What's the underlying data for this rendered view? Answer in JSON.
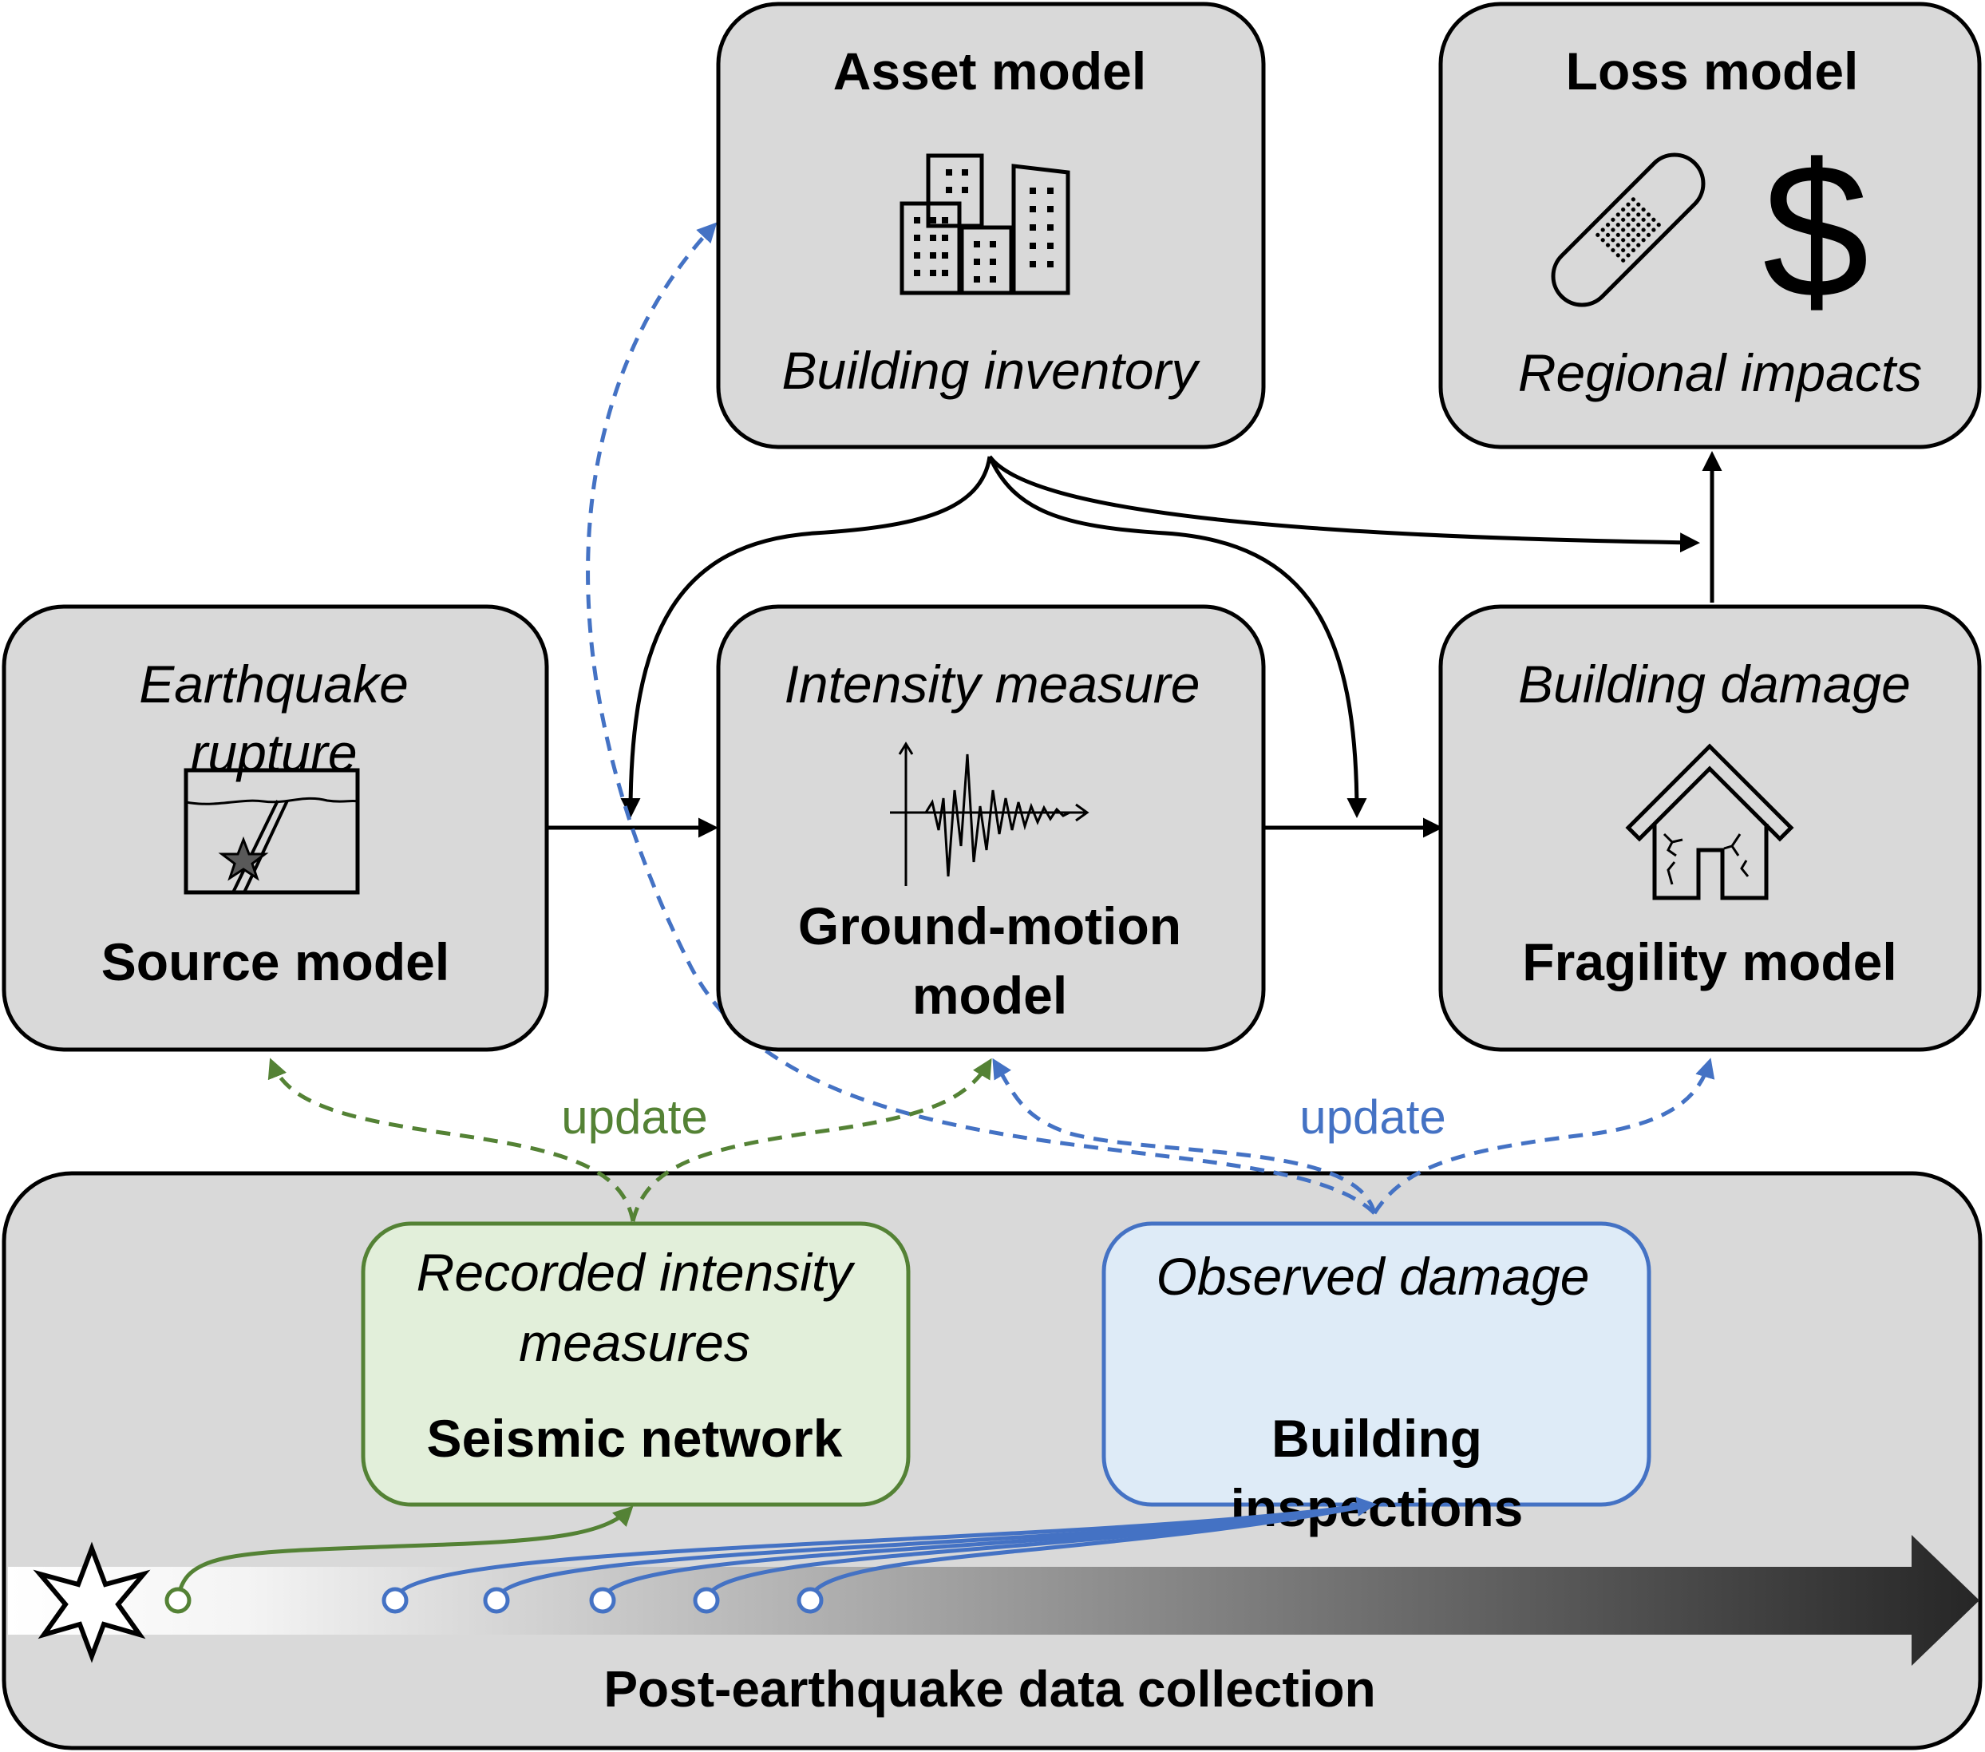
{
  "asset_model": {
    "title": "Asset model",
    "subtitle": "Building inventory",
    "icon": "buildings-icon"
  },
  "loss_model": {
    "title": "Loss model",
    "subtitle": "Regional impacts",
    "icons": [
      "bandage-icon",
      "dollar-icon"
    ],
    "dollar_glyph": "$"
  },
  "source_model": {
    "italic_line1": "Earthquake",
    "italic_line2": "rupture",
    "title": "Source model",
    "icon": "fault-rupture-icon"
  },
  "gmm": {
    "italic": "Intensity measure",
    "title_line1": "Ground-motion",
    "title_line2": "model",
    "icon": "seismogram-icon"
  },
  "fragility_model": {
    "italic": "Building damage",
    "title": "Fragility model",
    "icon": "damaged-house-icon"
  },
  "data_collection": {
    "title": "Post-earthquake data collection",
    "seismic": {
      "italic_line1": "Recorded intensity",
      "italic_line2": "measures",
      "title": "Seismic network"
    },
    "inspections": {
      "italic": "Observed damage",
      "title_line1": "Building",
      "title_line2": "inspections"
    }
  },
  "labels": {
    "update_green": "update",
    "update_blue": "update"
  },
  "colors": {
    "box_fill": "#d9d9d9",
    "green": "#548235",
    "green_fill": "#e2efda",
    "blue": "#4472c4",
    "blue_fill": "#deebf7"
  }
}
